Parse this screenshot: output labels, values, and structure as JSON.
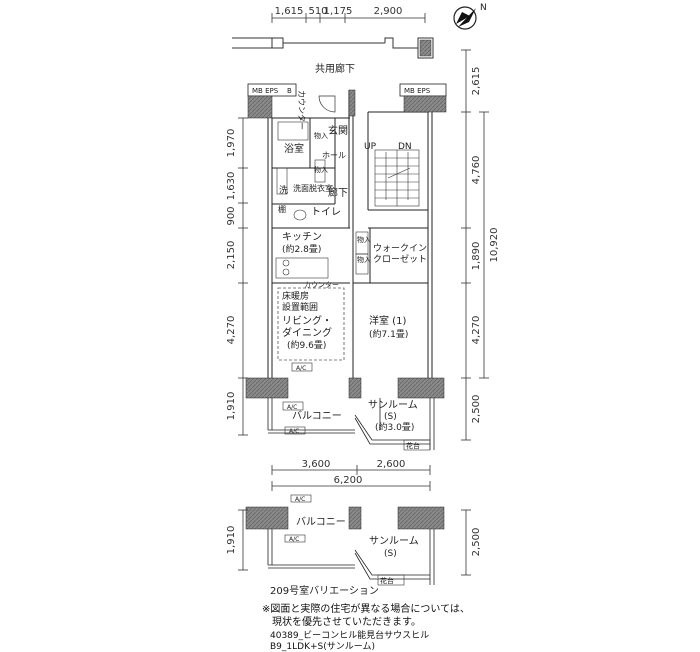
{
  "top_dims": [
    "1,615",
    "510",
    "1,175",
    "2,900"
  ],
  "left_dims": [
    "1,970",
    "1,630",
    "900",
    "2,150",
    "4,270",
    "1,910"
  ],
  "right_dims": [
    "2,615",
    "4,760",
    "1,890",
    "4,270",
    "2,500"
  ],
  "right_total": "10,920",
  "mid_dims": [
    "3,600",
    "2,600"
  ],
  "mid_total": "6,200",
  "lower_left_dim": "1,910",
  "lower_right_dim": "2,500",
  "corridor_label": "共用廊下",
  "counter_top": "カウンター",
  "mb_eps": "MB EPS",
  "b_label": "B",
  "rooms": {
    "bath": "浴室",
    "closet_a": "物入",
    "entrance": "玄関",
    "hall": "ホール",
    "washroom": "洗面脱衣室",
    "wash": "洗",
    "shelf": "棚",
    "toilet": "トイレ",
    "hallway": "廊下",
    "kitchen": "キッチン",
    "kitchen_size": "(約2.8畳)",
    "counter": "カウンター",
    "floor_heat_1": "床暖房",
    "floor_heat_2": "設置範囲",
    "living_1": "リビング・",
    "living_2": "ダイニング",
    "living_size": "(約9.6畳)",
    "walkin_1": "ウォークイン",
    "walkin_2": "クローゼット",
    "bedroom": "洋室 (1)",
    "bedroom_size": "(約7.1畳)",
    "balcony": "バルコニー",
    "sunroom": "サンルーム",
    "sunroom_s": "(S)",
    "sunroom_size": "(約3.0畳)",
    "planter": "花台",
    "ac": "A/C",
    "up": "UP",
    "dn": "DN"
  },
  "variation_label": "209号室バリエーション",
  "notes": [
    "※図面と実際の住宅が異なる場合については、",
    "現状を優先させていただきます。"
  ],
  "footer": [
    "40389_ビーコンヒル能見台サウスヒル",
    "B9_1LDK+S(サンルーム)"
  ],
  "north_mark": "N"
}
